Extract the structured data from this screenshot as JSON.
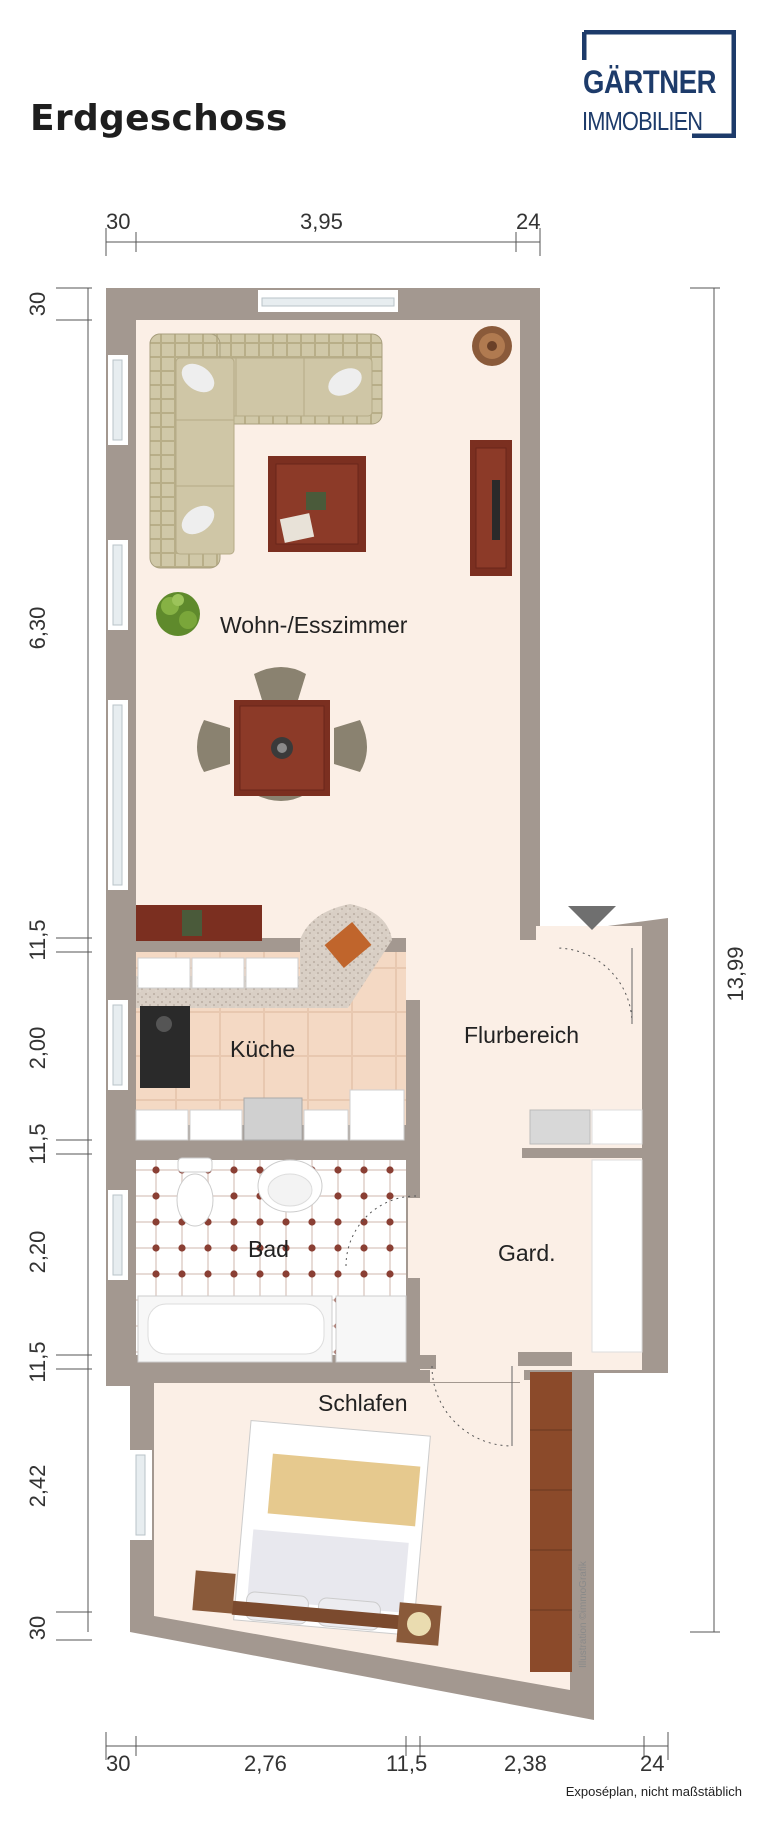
{
  "title": "Erdgeschoss",
  "logo": {
    "name": "GÄRTNER",
    "sub": "IMMOBILIEN",
    "color": "#1d3b6a"
  },
  "rooms": {
    "living": "Wohn-/Esszimmer",
    "kitchen": "Küche",
    "hall": "Flurbereich",
    "bath": "Bad",
    "wardrobe": "Gard.",
    "bedroom": "Schlafen"
  },
  "dimensions": {
    "top": [
      "30",
      "3,95",
      "24"
    ],
    "bottom": [
      "30",
      "2,76",
      "11,5",
      "2,38",
      "24"
    ],
    "left": [
      "30",
      "6,30",
      "11,5",
      "2,00",
      "11,5",
      "2,20",
      "11,5",
      "2,42",
      "30"
    ],
    "right": "13,99"
  },
  "footer_note": "Exposéplan, nicht maßstäblich",
  "credit": "Illustration ©immoGrafik",
  "colors": {
    "wall": "#a39890",
    "floor": "#fbefe6",
    "wood": "#7b2f20",
    "sofa": "#cfc7a4",
    "dim_line": "#555555"
  }
}
